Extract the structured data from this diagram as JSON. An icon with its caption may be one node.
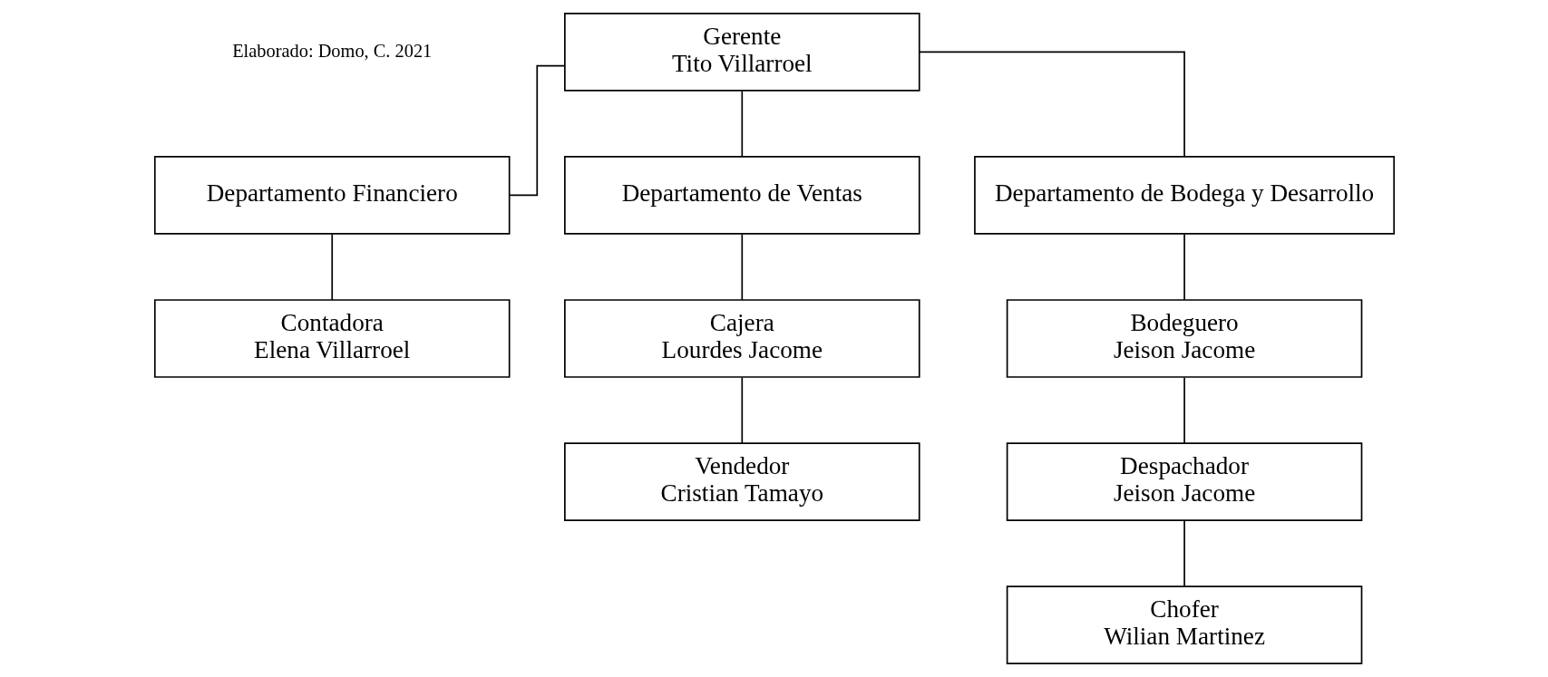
{
  "diagram": {
    "nodes": [
      {
        "text": [
          "Gerente",
          "Tito Villarroel"
        ]
      },
      {
        "text": [
          "Departamento Financiero"
        ]
      },
      {
        "text": [
          "Departamento de Ventas"
        ]
      },
      {
        "text": [
          "Departamento de Bodega y Desarrollo"
        ]
      },
      {
        "text": [
          "Contadora",
          "Elena Villarroel"
        ]
      },
      {
        "text": [
          "Cajera",
          "Lourdes Jacome"
        ]
      },
      {
        "text": [
          "Vendedor",
          "Cristian Tamayo"
        ]
      },
      {
        "text": [
          "Bodeguero",
          "Jeison Jacome"
        ]
      },
      {
        "text": [
          "Despachador",
          "Jeison Jacome"
        ]
      },
      {
        "text": [
          "Chofer",
          "Wilian Martinez"
        ]
      }
    ],
    "edges": [
      {
        "from": 0,
        "to": 1,
        "arrow": "none"
      },
      {
        "from": 0,
        "to": 2,
        "arrow": "none"
      },
      {
        "from": 0,
        "to": 3,
        "arrow": "none"
      },
      {
        "from": 1,
        "to": 4,
        "arrow": "none"
      },
      {
        "from": 2,
        "to": 5,
        "arrow": "none"
      },
      {
        "from": 5,
        "to": 6,
        "arrow": "none"
      },
      {
        "from": 3,
        "to": 7,
        "arrow": "none"
      },
      {
        "from": 7,
        "to": 8,
        "arrow": "none"
      },
      {
        "from": 8,
        "to": 9,
        "arrow": "none"
      }
    ],
    "labels": [
      "Elaborado: Domo, C. 2021"
    ]
  }
}
